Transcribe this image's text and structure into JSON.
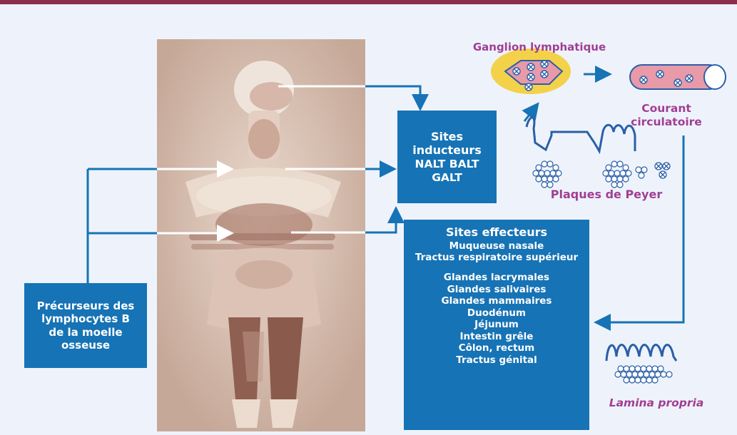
{
  "colors": {
    "header_rule": "#8c2f4b",
    "background": "#eef3fb",
    "box_blue": "#1673b5",
    "label_magenta": "#a13e93",
    "ganglion_fill": "#f3d24a",
    "vessel_fill": "#e89aa8"
  },
  "labels": {
    "ganglion": "Ganglion lymphatique",
    "courant_line1": "Courant",
    "courant_line2": "circulatoire",
    "peyer": "Plaques de Peyer",
    "lamina": "Lamina propria"
  },
  "boxes": {
    "inducteurs": {
      "line1": "Sites",
      "line2": "inducteurs",
      "line3": "NALT BALT",
      "line4": "GALT"
    },
    "effecteurs": {
      "title": "Sites effecteurs",
      "upper": [
        "Muqueuse nasale",
        "Tractus respiratoire supérieur"
      ],
      "lower": [
        "Glandes lacrymales",
        "Glandes salivaires",
        "Glandes mammaires",
        "Duodénum",
        "Jéjunum",
        "Intestin grêle",
        "Côlon, rectum",
        "Tractus génital"
      ]
    },
    "precurseurs": {
      "line1": "Précurseurs des",
      "line2": "lymphocytes B",
      "line3": "de la moelle",
      "line4": "osseuse"
    }
  },
  "icons": {
    "figure": "cycladic-figurine-photo",
    "cell": "crossed-circle-icon",
    "arrow": "arrow-icon"
  }
}
